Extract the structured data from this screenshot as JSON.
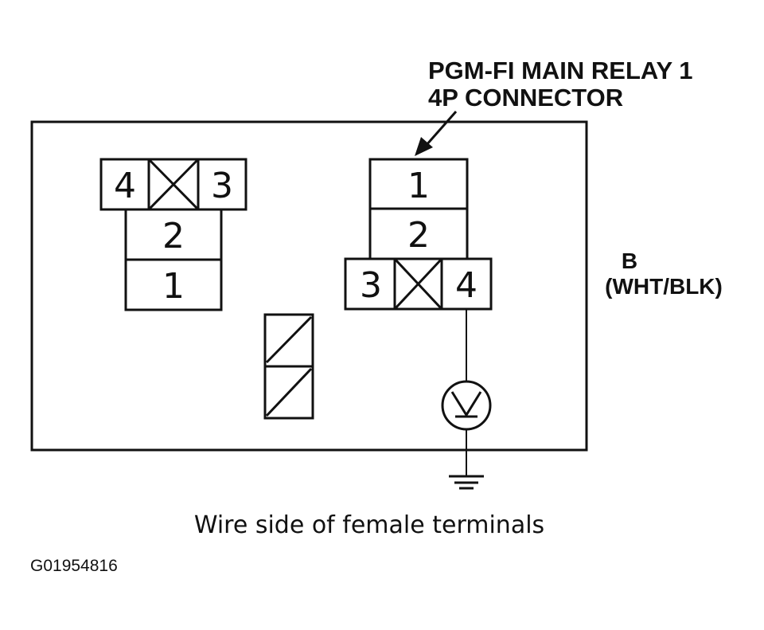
{
  "connector_label": {
    "line1": "PGM-FI MAIN RELAY 1",
    "line2": "4P CONNECTOR"
  },
  "wire_label": {
    "terminal": "B",
    "color": "(WHT/BLK)"
  },
  "left_connector": {
    "top_left": "4",
    "top_right": "3",
    "middle": "2",
    "bottom": "1"
  },
  "right_connector": {
    "top": "1",
    "middle": "2",
    "bottom_left": "3",
    "bottom_right": "4"
  },
  "meter": {
    "symbol": "V"
  },
  "caption": "Wire side of female terminals",
  "figure_code": "G01954816"
}
